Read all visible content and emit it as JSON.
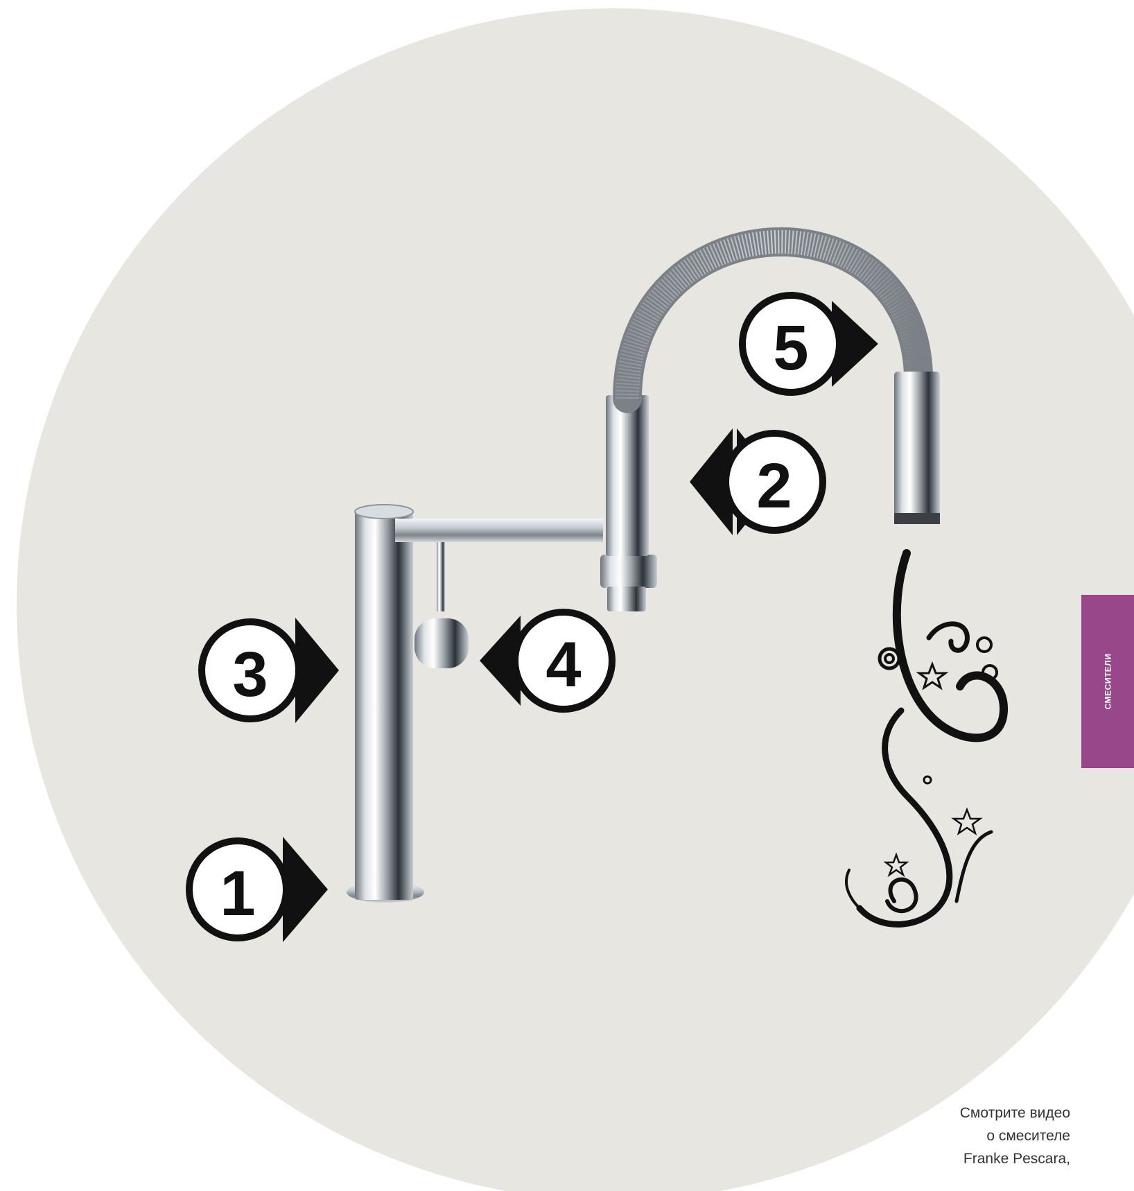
{
  "header": {
    "title_fragment": ""
  },
  "callouts": [
    {
      "label": "1"
    },
    {
      "label": "2"
    },
    {
      "label": "3"
    },
    {
      "label": "4"
    },
    {
      "label": "5"
    }
  ],
  "side_tab": {
    "label": "СМЕСИТЕЛИ",
    "color": "#97478a"
  },
  "caption": {
    "lines": [
      "Смотрите видео",
      "о смесителе",
      "Franke Pescara,"
    ]
  },
  "colors": {
    "background_circle": "#e8e6e0",
    "chrome": "#b9bfc6",
    "marker_fill": "#ffffff",
    "marker_stroke": "#111111"
  },
  "icons": [
    "faucet-illustration",
    "decorative-swirl-ornament",
    "star-icon"
  ]
}
